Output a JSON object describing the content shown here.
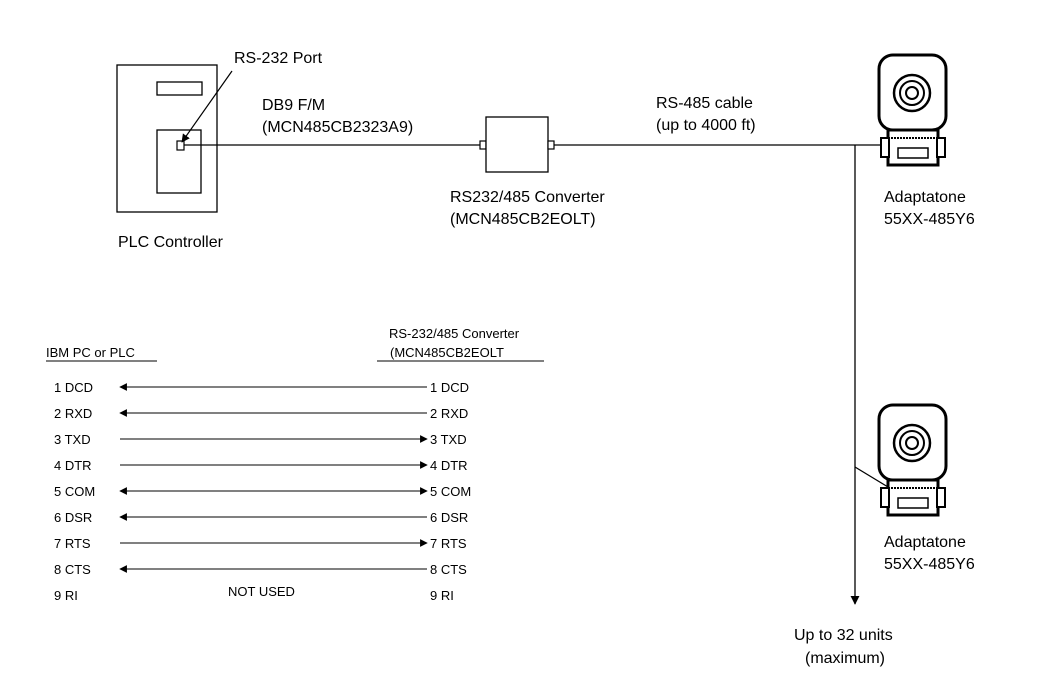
{
  "top": {
    "rs232_port_label": "RS-232 Port",
    "db9_label": "DB9 F/M",
    "db9_part": "(MCN485CB2323A9)",
    "plc_label": "PLC Controller",
    "converter_label": "RS232/485 Converter",
    "converter_part": "(MCN485CB2EOLT)",
    "cable_label": "RS-485 cable",
    "cable_length": "(up to 4000 ft)",
    "unit1_name": "Adaptatone",
    "unit1_model": "55XX-485Y6",
    "unit2_name": "Adaptatone",
    "unit2_model": "55XX-485Y6",
    "max_units": "Up to 32 units",
    "max_units_note": "(maximum)"
  },
  "pinout": {
    "left_header": "IBM PC or PLC",
    "right_header_1": "RS-232/485 Converter",
    "right_header_2": "(MCN485CB2EOLT",
    "not_used_label": "NOT USED",
    "rows": [
      {
        "left": "1 DCD",
        "right": "1 DCD",
        "dir": "left"
      },
      {
        "left": "2 RXD",
        "right": "2 RXD",
        "dir": "left"
      },
      {
        "left": "3 TXD",
        "right": "3 TXD",
        "dir": "right"
      },
      {
        "left": "4 DTR",
        "right": "4 DTR",
        "dir": "right"
      },
      {
        "left": "5 COM",
        "right": "5 COM",
        "dir": "both"
      },
      {
        "left": "6 DSR",
        "right": "6 DSR",
        "dir": "left"
      },
      {
        "left": "7 RTS",
        "right": "7 RTS",
        "dir": "right"
      },
      {
        "left": "8 CTS",
        "right": "8 CTS",
        "dir": "left"
      },
      {
        "left": "9 RI",
        "right": "9 RI",
        "dir": "none"
      }
    ]
  }
}
